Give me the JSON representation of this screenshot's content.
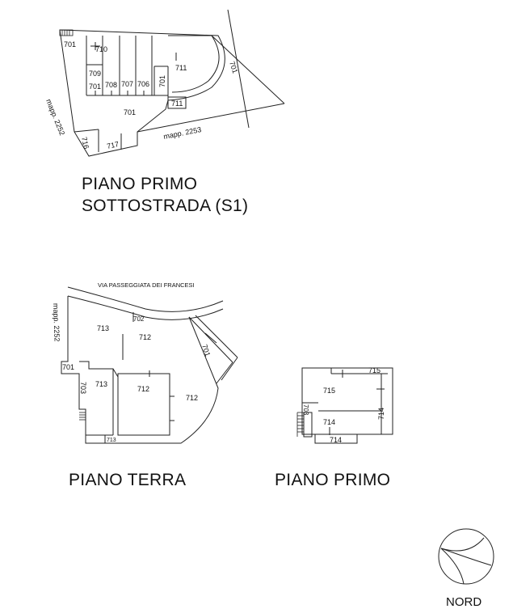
{
  "upper_plan": {
    "title_line1": "PIANO PRIMO",
    "title_line2": "SOTTOSTRADA (S1)",
    "labels": {
      "r701a": "701",
      "r710": "710",
      "r709": "709",
      "r701b": "701",
      "r708": "708",
      "r707": "707",
      "r706": "706",
      "r701c": "701",
      "r711": "711",
      "r711b": "711",
      "r701d": "701",
      "r701e": "701",
      "r716": "716",
      "r717": "717",
      "mapp2252": "mapp. 2252",
      "mapp2253": "mapp. 2253"
    }
  },
  "ground_plan": {
    "title": "PIANO TERRA",
    "street": "VIA PASSEGGIATA DEI FRANCESI",
    "labels": {
      "r702": "702",
      "r713a": "713",
      "r712a": "712",
      "r701a": "701",
      "mapp2252": "mapp. 2252",
      "r701b": "701",
      "r703": "703",
      "r713b": "713",
      "r712b": "712",
      "r712c": "712",
      "r713c": "713"
    }
  },
  "first_plan": {
    "title": "PIANO PRIMO",
    "labels": {
      "r715a": "715",
      "r715b": "715",
      "r703": "703",
      "r714a": "714",
      "r714b": "714",
      "r714c": "714"
    }
  },
  "compass": {
    "label": "NORD"
  }
}
